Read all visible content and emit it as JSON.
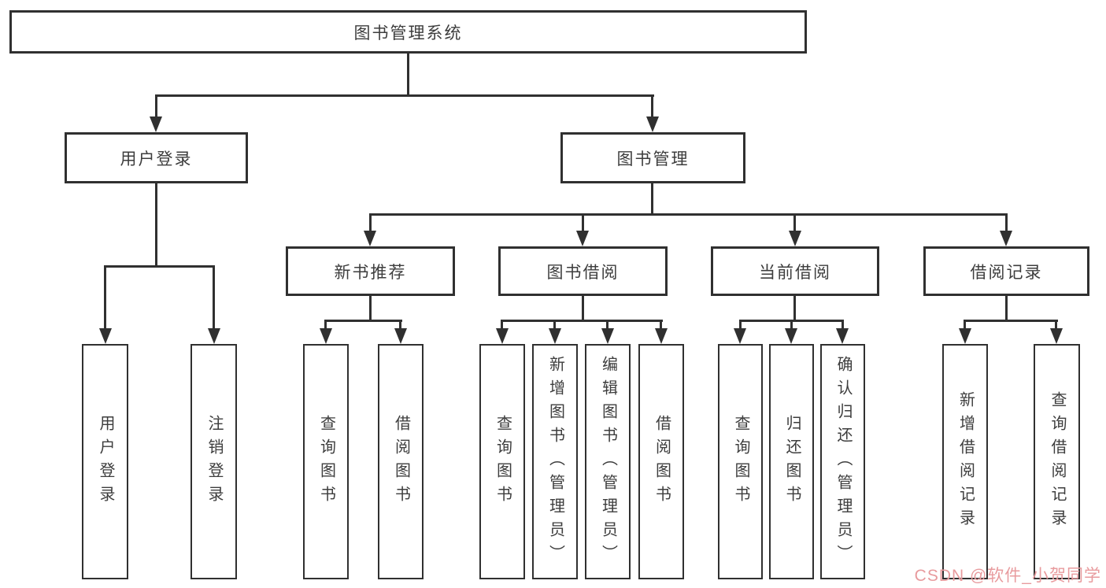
{
  "diagram": {
    "root": "图书管理系统",
    "level2": {
      "user_login": "用户登录",
      "book_mgmt": "图书管理"
    },
    "level3": {
      "new_book_rec": "新书推荐",
      "book_borrow": "图书借阅",
      "current_borrow": "当前借阅",
      "borrow_record": "借阅记录"
    },
    "leaves": {
      "login_user_login": "用户登录",
      "login_logout": "注销登录",
      "rec_query_books": "查询图书",
      "rec_borrow_books": "借阅图书",
      "bor_query_books": "查询图书",
      "bor_add_books": "新增图书（管理员）",
      "bor_edit_books": "编辑图书（管理员）",
      "bor_borrow_books": "借阅图书",
      "cur_query_books": "查询图书",
      "cur_return_books": "归还图书",
      "cur_confirm_return": "确认归还（管理员）",
      "rec2_add_record": "新增借阅记录",
      "rec2_query_record": "查询借阅记录"
    }
  },
  "watermark": {
    "text": "CSDN @软件_小贺同学"
  },
  "colors": {
    "line": "#303030",
    "box_border": "#303030",
    "text": "#3d3d3d",
    "background": "#ffffff",
    "watermark": "#e89b9e"
  }
}
